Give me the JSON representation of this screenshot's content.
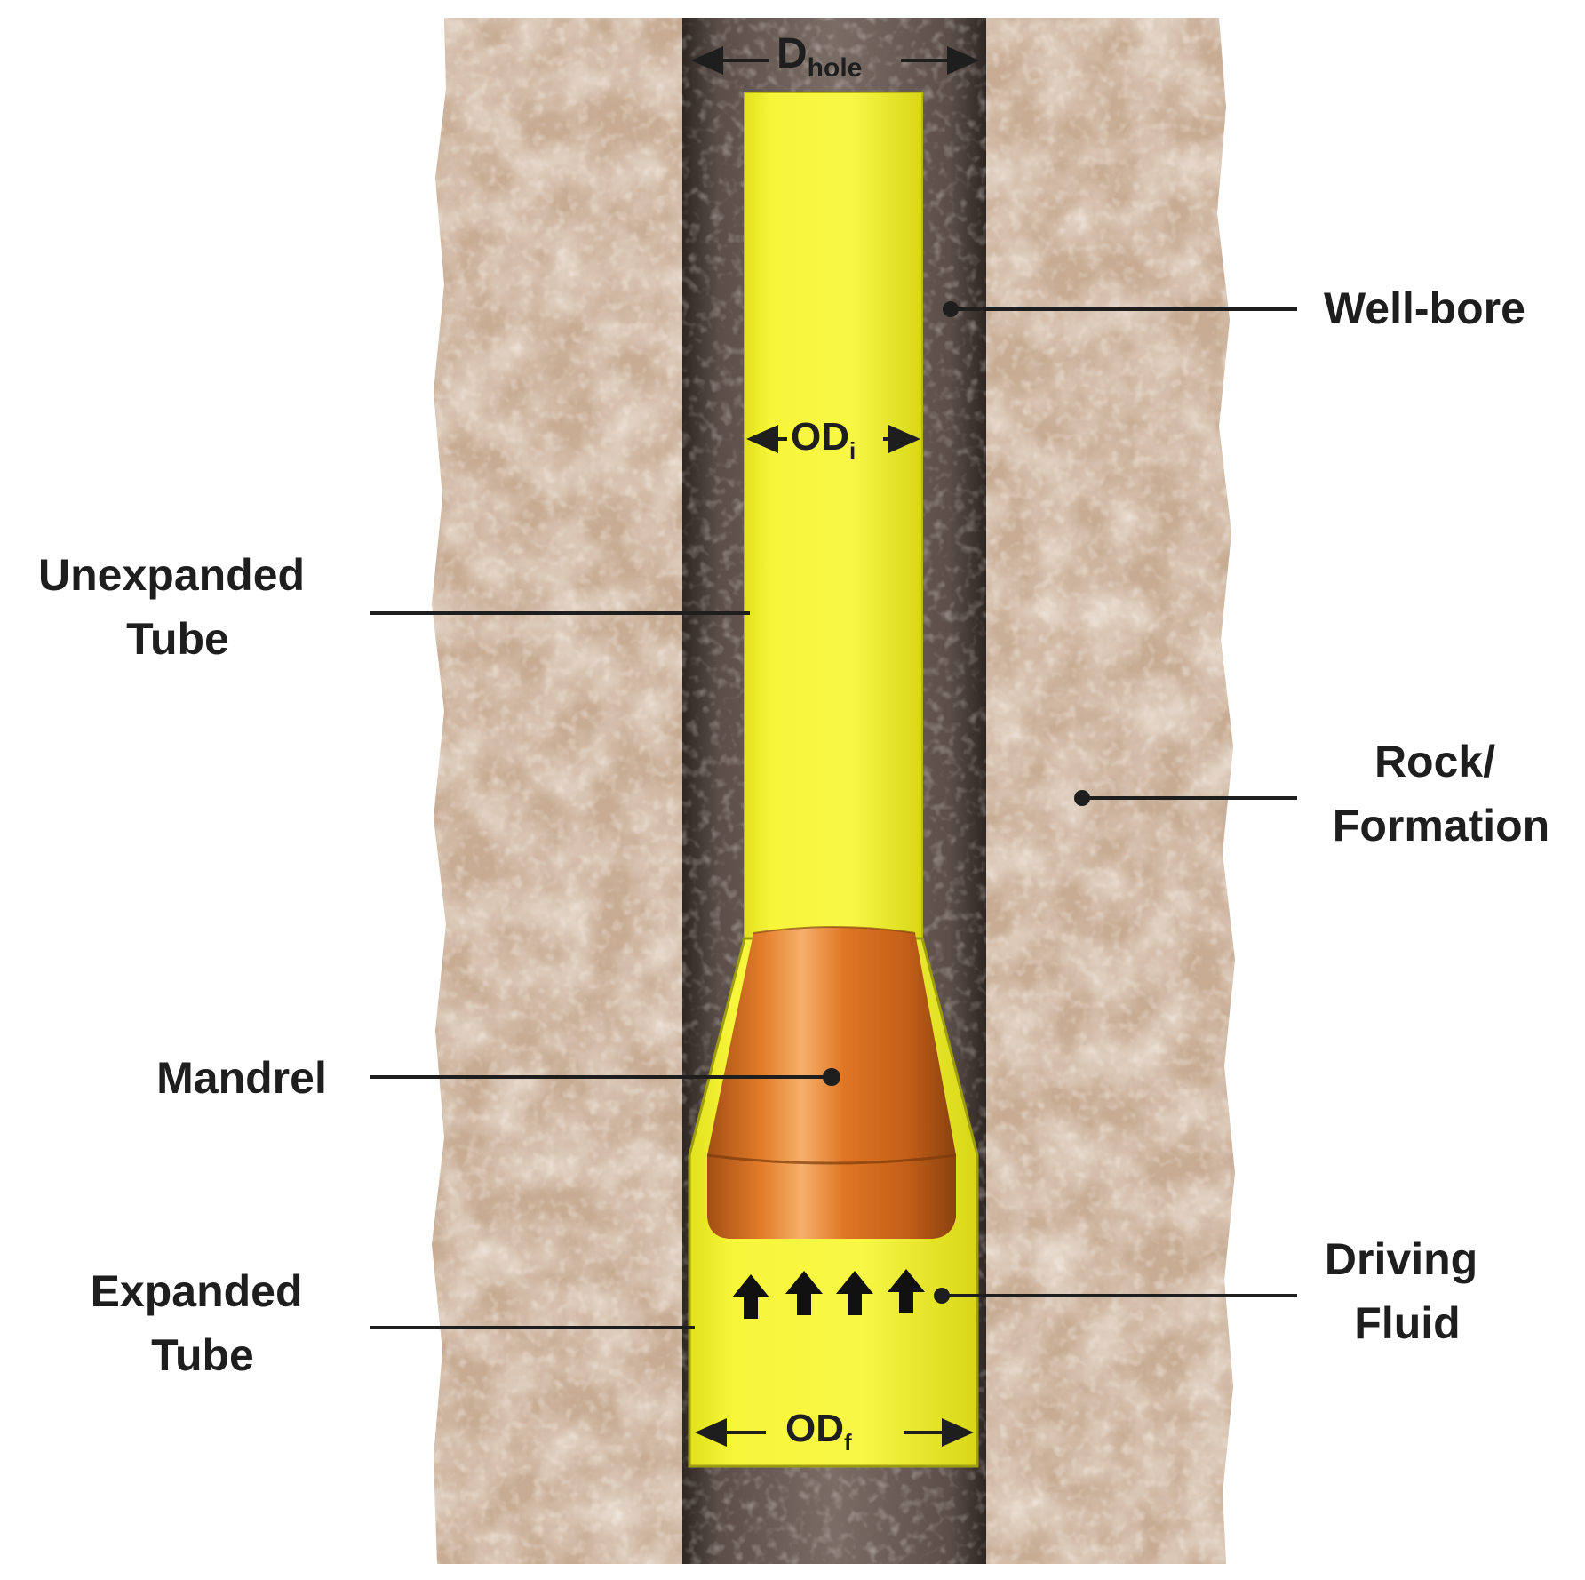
{
  "labels": {
    "d_hole": {
      "main": "D",
      "sub": "hole"
    },
    "od_i": {
      "main": "OD",
      "sub": "i"
    },
    "od_f": {
      "main": "OD",
      "sub": "f"
    },
    "well_bore": "Well-bore",
    "unexpanded_tube": [
      "Unexpanded",
      "Tube"
    ],
    "rock_formation": [
      "Rock/",
      "Formation"
    ],
    "mandrel": "Mandrel",
    "expanded_tube": [
      "Expanded",
      "Tube"
    ],
    "driving_fluid": [
      "Driving",
      "Fluid"
    ]
  },
  "colors": {
    "rock": "#cfb49c",
    "rock_dark": "#a88a72",
    "wellbore": "#6e625c",
    "wellbore_dark": "#3c3430",
    "tube": "#f6f52a",
    "tube_shadow": "#c9c81a",
    "mandrel": "#d9731f",
    "mandrel_highlight": "#f2a45a",
    "mandrel_dark": "#9c4a12",
    "leader": "#1e1e1e",
    "text": "#1e1e1e"
  },
  "icons": {
    "flow_arrows": "up-arrow-icon",
    "dimension_arrows": "double-headed-arrow-icon"
  }
}
